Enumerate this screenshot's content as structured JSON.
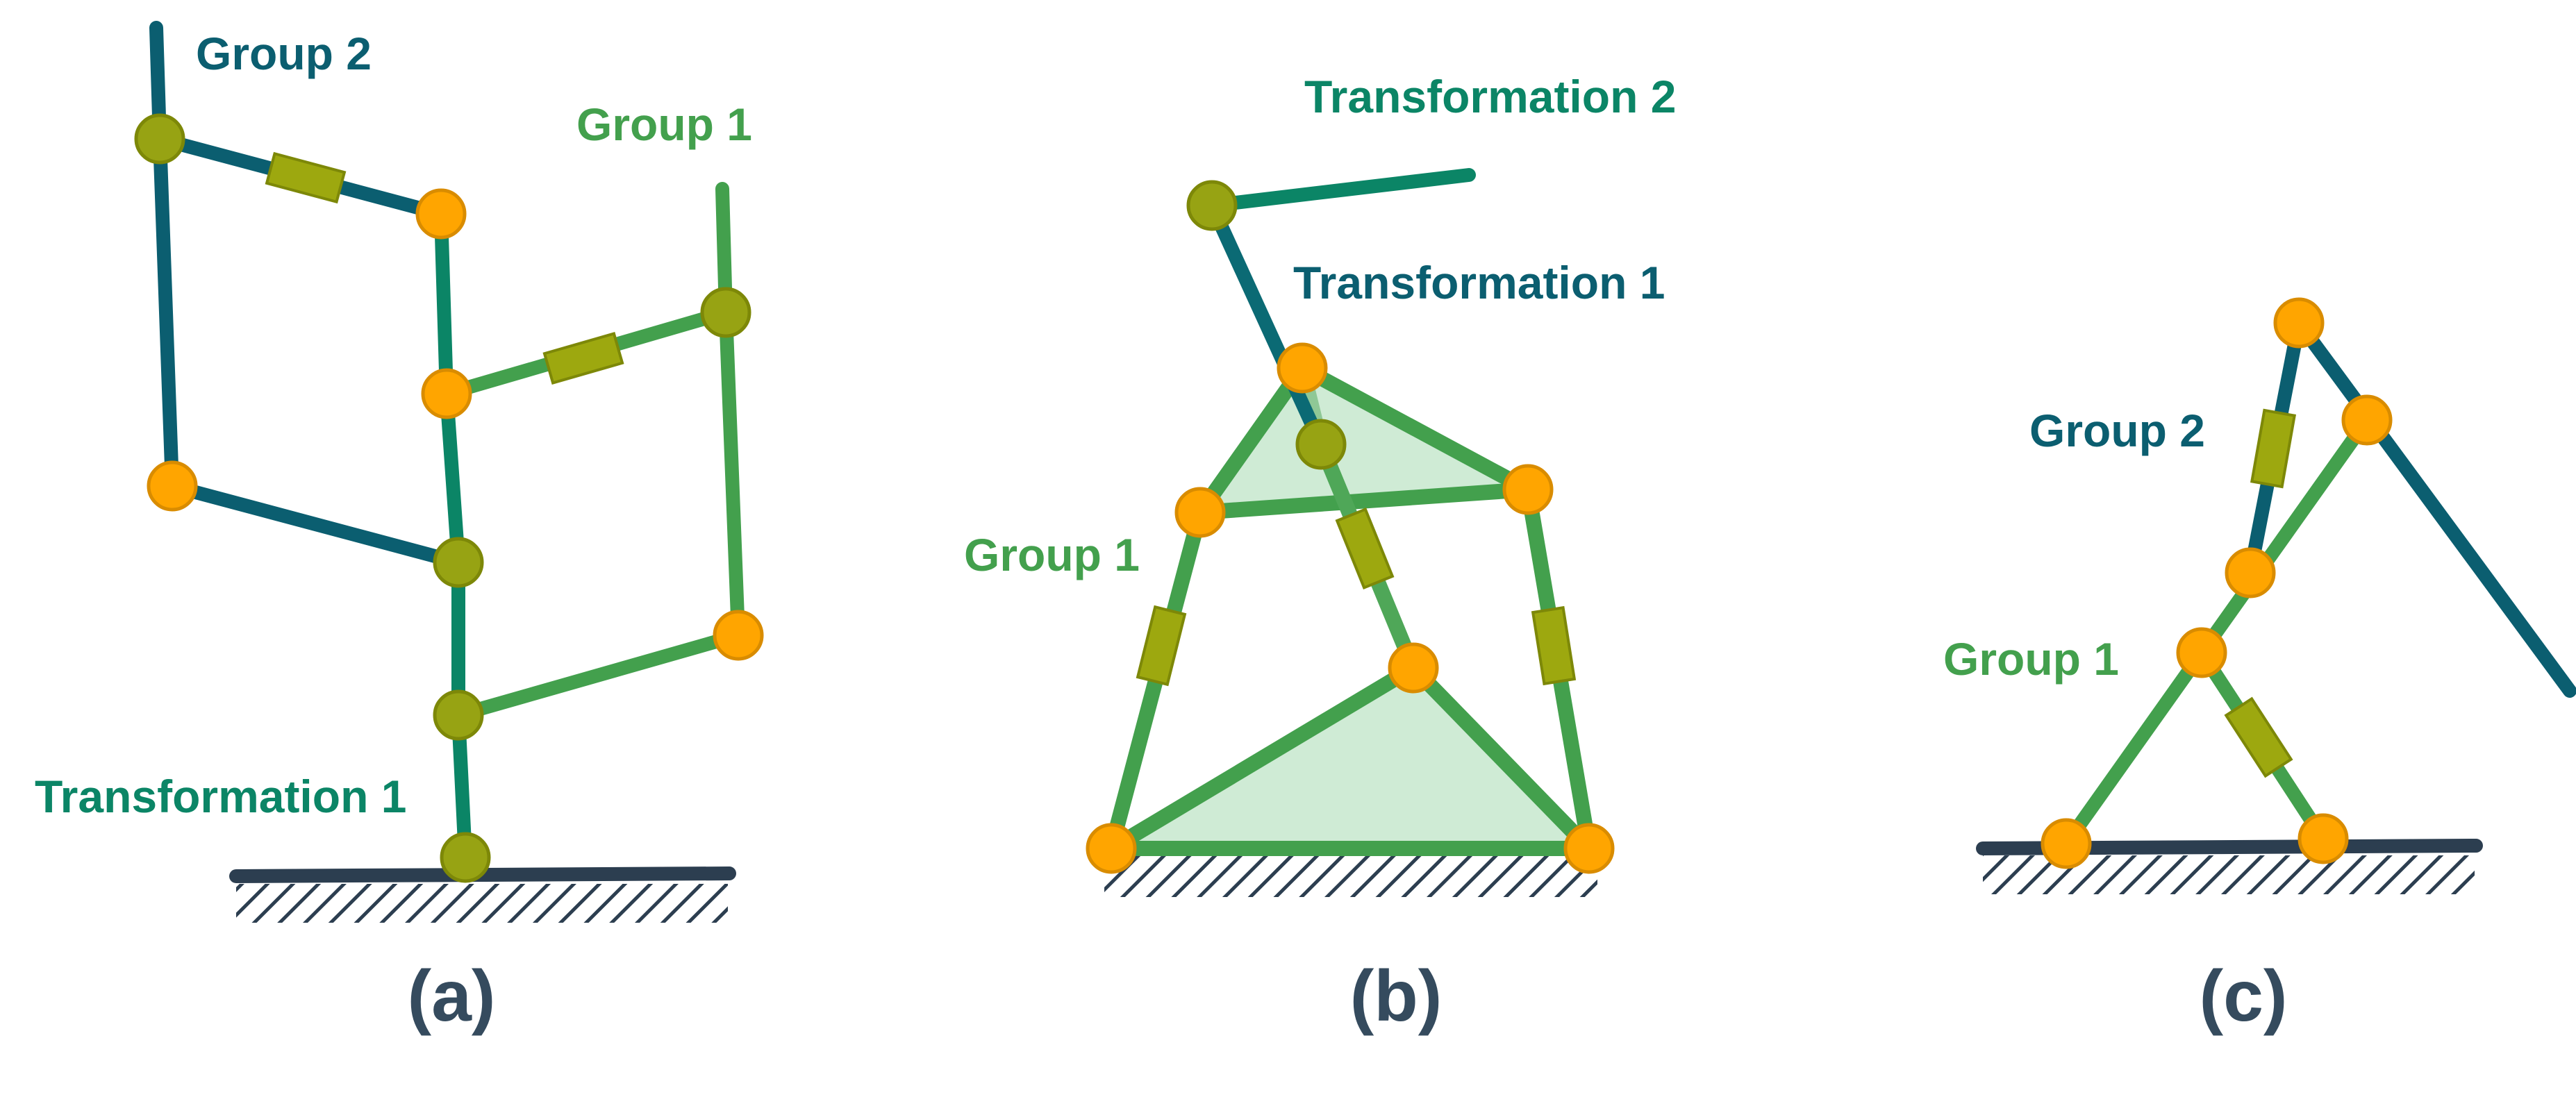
{
  "colors": {
    "group2": "#0B5E70",
    "group1": "#43A04D",
    "transformation": "#0B8566",
    "caption": "#354B5E",
    "ground": "#2C3E50",
    "joint_orange": "#FFA500",
    "joint_olive": "#97A313",
    "actuator": "#9DA80F",
    "fill_green": "#CFEBD5"
  },
  "panel_a": {
    "group2_label": "Group 2",
    "group1_label": "Group 1",
    "transformation1_label": "Transformation 1",
    "caption": "(a)"
  },
  "panel_b": {
    "transformation2_label": "Transformation 2",
    "transformation1_label": "Transformation 1",
    "group1_label": "Group 1",
    "caption": "(b)"
  },
  "panel_c": {
    "group2_label": "Group 2",
    "group1_label": "Group 1",
    "caption": "(c)"
  }
}
